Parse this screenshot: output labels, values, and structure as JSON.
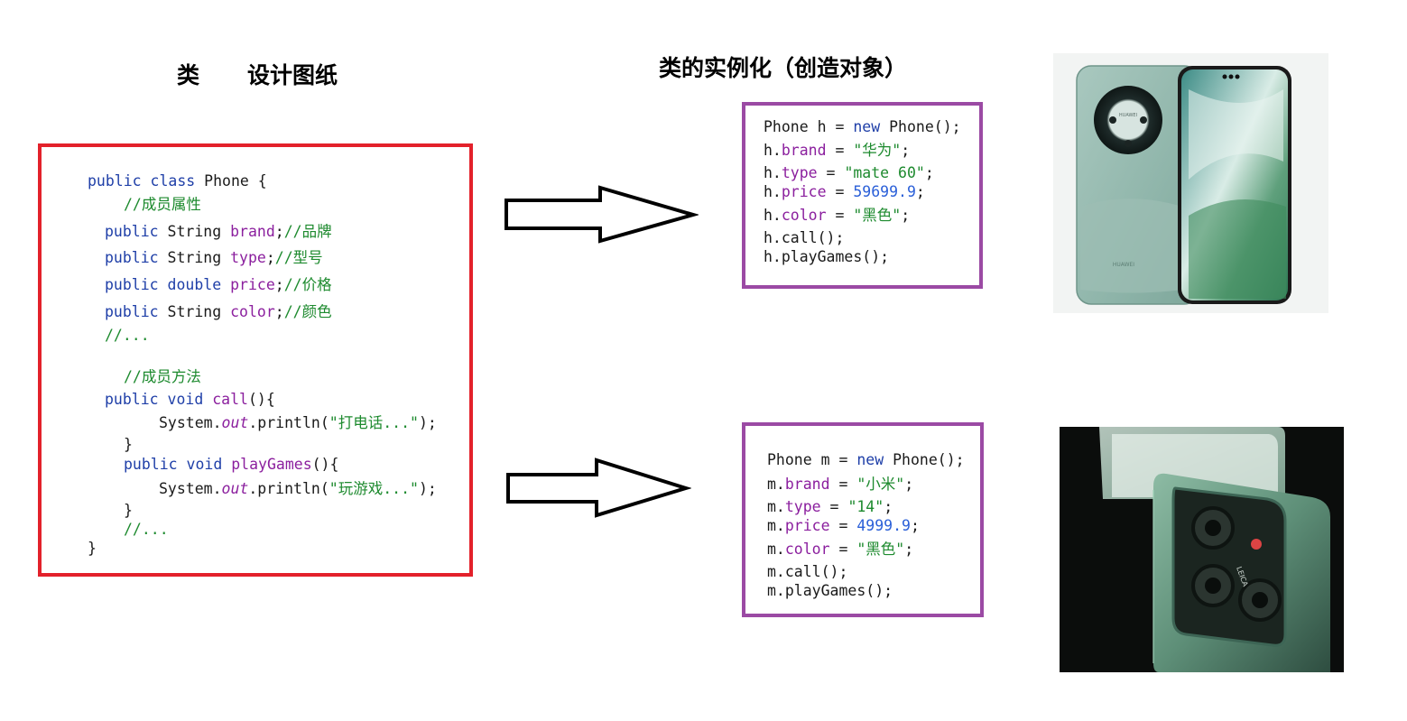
{
  "headings": {
    "class_label": "类",
    "blueprint_label": "设计图纸",
    "instantiation_label": "类的实例化（创造对象）"
  },
  "class_code": {
    "l1_a": "public class ",
    "l1_b": "Phone {",
    "l2": "//成员属性",
    "l3_a": "public ",
    "l3_b": "String ",
    "l3_c": "brand",
    "l3_d": ";",
    "l3_e": "//品牌",
    "l4_a": "public ",
    "l4_b": "String ",
    "l4_c": "type",
    "l4_d": ";",
    "l4_e": "//型号",
    "l5_a": "public ",
    "l5_b": "double ",
    "l5_c": "price",
    "l5_d": ";",
    "l5_e": "//价格",
    "l6_a": "public ",
    "l6_b": "String ",
    "l6_c": "color",
    "l6_d": ";",
    "l6_e": "//颜色",
    "l7": "//...",
    "l8": "//成员方法",
    "l9_a": "public void ",
    "l9_b": "call",
    "l9_c": "(){",
    "l10_a": "System.",
    "l10_b": "out",
    "l10_c": ".println(",
    "l10_d": "\"打电话...\"",
    "l10_e": ");",
    "l11": "}",
    "l12_a": "public void ",
    "l12_b": "playGames",
    "l12_c": "(){",
    "l13_a": "System.",
    "l13_b": "out",
    "l13_c": ".println(",
    "l13_d": "\"玩游戏...\"",
    "l13_e": ");",
    "l14": "}",
    "l15": "//...",
    "l16": "}"
  },
  "huawei_code": {
    "l1_a": "Phone h = ",
    "l1_b": "new ",
    "l1_c": "Phone();",
    "l2_a": "h.",
    "l2_b": "brand",
    "l2_c": " = ",
    "l2_d": "\"华为\"",
    "l2_e": ";",
    "l3_a": "h.",
    "l3_b": "type",
    "l3_c": " = ",
    "l3_d": "\"mate 60\"",
    "l3_e": ";",
    "l4_a": "h.",
    "l4_b": "price",
    "l4_c": " = ",
    "l4_d": "59699.9",
    "l4_e": ";",
    "l5_a": "h.",
    "l5_b": "color",
    "l5_c": " = ",
    "l5_d": "\"黑色\"",
    "l5_e": ";",
    "l6": "h.call();",
    "l7": "h.playGames();"
  },
  "xiaomi_code": {
    "l1_a": "Phone m = ",
    "l1_b": "new ",
    "l1_c": "Phone();",
    "l2_a": "m.",
    "l2_b": "brand",
    "l2_c": " = ",
    "l2_d": "\"小米\"",
    "l2_e": ";",
    "l3_a": "m.",
    "l3_b": "type",
    "l3_c": " = ",
    "l3_d": "\"14\"",
    "l3_e": ";",
    "l4_a": "m.",
    "l4_b": "price",
    "l4_c": " = ",
    "l4_d": "4999.9",
    "l4_e": ";",
    "l5_a": "m.",
    "l5_b": "color",
    "l5_c": " = ",
    "l5_d": "\"黑色\"",
    "l5_e": ";",
    "l6": "m.call();",
    "l7": "m.playGames();"
  },
  "logos": {
    "huawei_camera": "HUAWEI",
    "huawei_back": "HUAWEI",
    "xiaomi_camera": "LEICA"
  },
  "colors": {
    "class_box_border": "#e3212b",
    "instance_box_border": "#9b4aa4",
    "huawei_phone": "#8fb5aa",
    "xiaomi_phone": "#5e8f78"
  }
}
